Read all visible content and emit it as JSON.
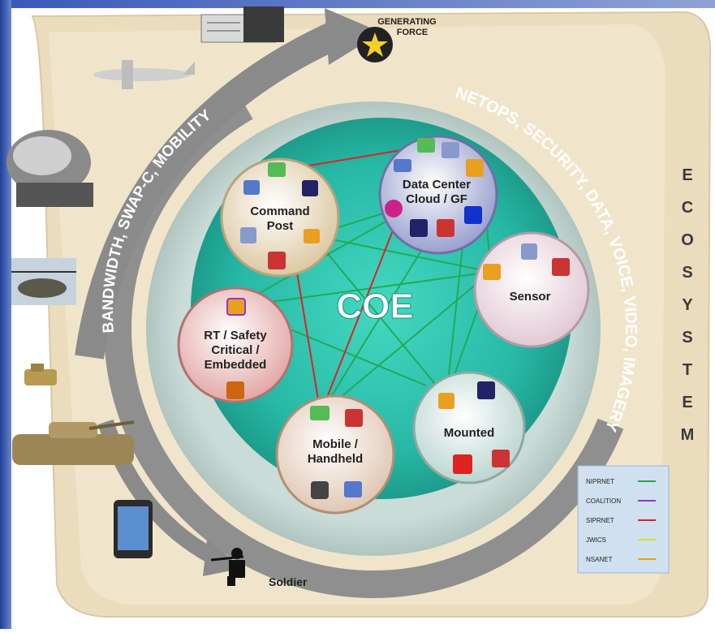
{
  "top_label": "GENERATING FORCE",
  "ecosystem_letters": [
    "E",
    "C",
    "O",
    "S",
    "Y",
    "S",
    "T",
    "E",
    "M"
  ],
  "outer_arc_text": "NETOPS, SECURITY, DATA, VOICE, VIDEO, IMAGERY",
  "left_arc_text": "BANDWIDTH, SWAP-C, MOBILITY",
  "center_label": "COE",
  "nodes": {
    "command_post": "Command Post",
    "data_center": "Data Center / Cloud / GF",
    "sensor": "Sensor",
    "rt_safety": "RT / Safety Critical / Embedded",
    "mounted": "Mounted",
    "mobile": "Mobile / Handheld"
  },
  "node_lines": {
    "command_post": [
      "Command",
      "Post"
    ],
    "data_center": [
      "Data Center",
      "Cloud / GF"
    ],
    "sensor": [
      "Sensor"
    ],
    "rt_safety": [
      "RT / Safety",
      "Critical /",
      "Embedded"
    ],
    "mounted": [
      "Mounted"
    ],
    "mobile": [
      "Mobile /",
      "Handheld"
    ]
  },
  "soldier_label": "Soldier",
  "legend": [
    {
      "label": "NIPRNET",
      "color": "#22aa44"
    },
    {
      "label": "COALITION",
      "color": "#9933cc"
    },
    {
      "label": "SIPRNET",
      "color": "#dd2222"
    },
    {
      "label": "JWICS",
      "color": "#e0e000"
    },
    {
      "label": "NSANET",
      "color": "#f0a000"
    }
  ],
  "colors": {
    "background_tan": "#eee1c6",
    "arrow_gray": "#8e8e8e",
    "coe_teal": "#2ec7b4",
    "red_link": "#dd2222",
    "green_link": "#22aa55"
  },
  "icons": [
    "building-icon",
    "airplane-icon",
    "satellite-dish-icon",
    "helicopter-icon",
    "vehicle-icon",
    "tank-icon",
    "smartphone-icon",
    "soldier-icon",
    "star-icon"
  ]
}
